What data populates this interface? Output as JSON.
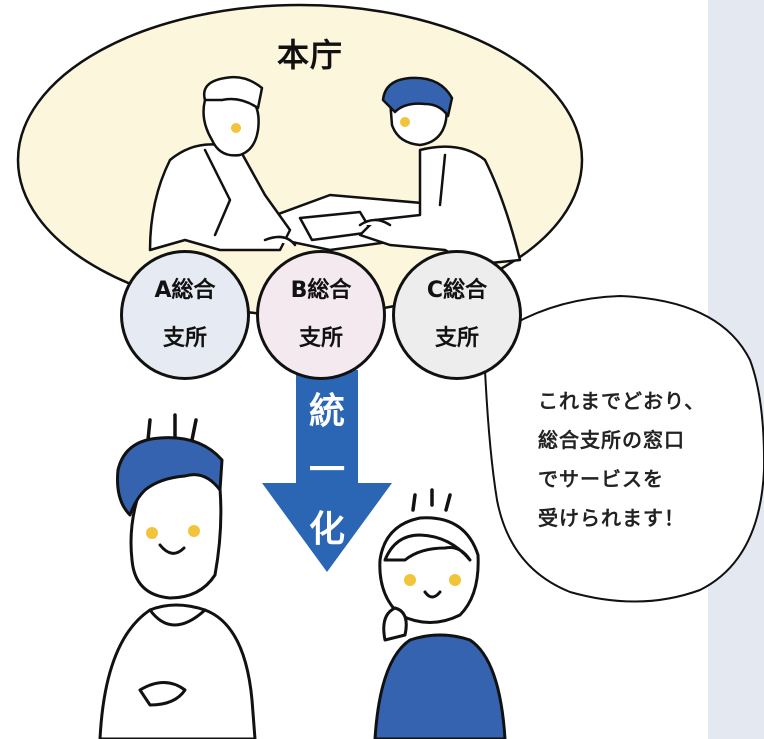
{
  "hq": {
    "title": "本庁"
  },
  "branches": [
    {
      "line1": "A総合",
      "line2": "支所"
    },
    {
      "line1": "B総合",
      "line2": "支所"
    },
    {
      "line1": "C総合",
      "line2": "支所"
    }
  ],
  "arrow": {
    "chars": [
      "統",
      "一",
      "化"
    ]
  },
  "speech_bubble": {
    "lines": [
      "これまでどおり、",
      "総合支所の窓口",
      "でサービスを",
      "受けられます！"
    ]
  },
  "colors": {
    "hq_fill": "#fbf6dc",
    "arrow_blue": "#2a66b3",
    "hair_blue": "#3563b0",
    "cheek_yellow": "#f2c43a",
    "side_panel": "#e3e8f1"
  }
}
